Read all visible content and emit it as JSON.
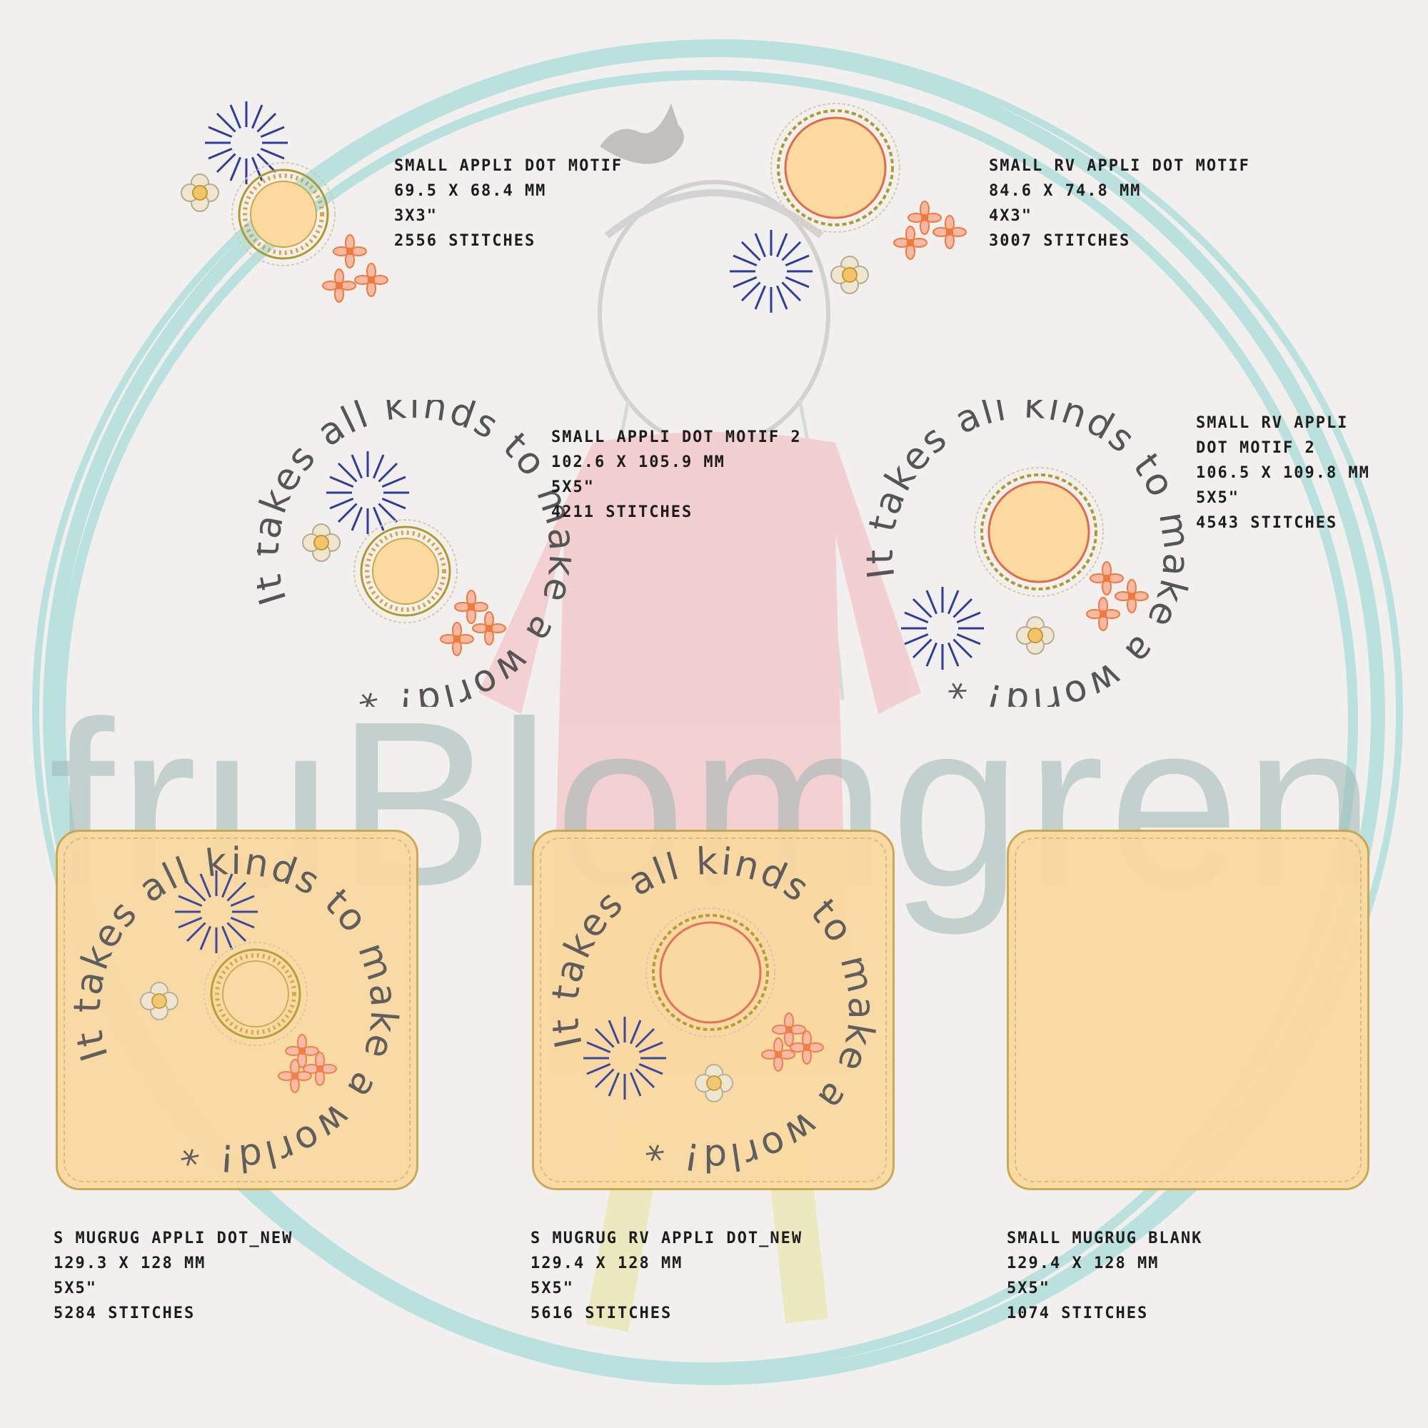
{
  "watermark": {
    "brand": "fruBlomgren"
  },
  "circle_text": "It takes all kinds to make a world! *",
  "designs": [
    {
      "name": "Small appli dot motif",
      "size": "69.5 x 68.4 mm",
      "hoop": "3x3\"",
      "stitches": "2556 stitches"
    },
    {
      "name": "Small RV appli dot motif",
      "size": "84.6 x 74.8 mm",
      "hoop": "4x3\"",
      "stitches": "3007 stitches"
    },
    {
      "name": "Small appli dot motif 2",
      "size": "102.6 x 105.9 mm",
      "hoop": "5x5\"",
      "stitches": "4211 stitches"
    },
    {
      "name": "Small RV appli dot motif 2",
      "size": "106.5 x 109.8 mm",
      "hoop": "5x5\"",
      "stitches": "4543 stitches"
    },
    {
      "name": "S mugrug appli dot_new",
      "size": "129.3 x 128 mm",
      "hoop": "5x5\"",
      "stitches": "5284 stitches"
    },
    {
      "name": "S mugrug RV appli dot_new",
      "size": "129.4 x 128 mm",
      "hoop": "5x5\"",
      "stitches": "5616 stitches"
    },
    {
      "name": "Small mugrug blank",
      "size": "129.4 x 128 mm",
      "hoop": "5x5\"",
      "stitches": "1074 stitches"
    }
  ],
  "colors": {
    "background": "#f1f0ee",
    "ring": "#a9ddda",
    "appli_fill": "#fbd99f",
    "sunburst": "#2f3d9a",
    "flower_orange": "#f07a3c",
    "dress_pink": "#f4b6bc"
  }
}
